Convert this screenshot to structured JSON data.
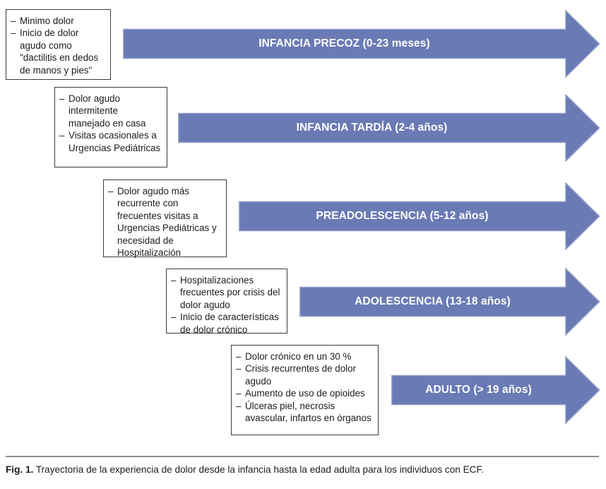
{
  "figure": {
    "accent_color": "#6a7ab4",
    "arrow_border_color": "#8f9cc9",
    "box_border_color": "#3b3b3b",
    "caption_rule_color": "#8d8d8d",
    "caption_label": "Fig. 1.",
    "caption_text": "Trayectoria de la experiencia de dolor desde la infancia hasta la edad adulta para los individuos con ECF."
  },
  "stages": [
    {
      "id": "infancia-precoz",
      "arrow_label": "INFANCIA PRECOZ (0-23 meses)",
      "notes": [
        "Minimo dolor",
        "Inicio de dolor agudo como \"dactilitis en dedos de manos y pies\""
      ]
    },
    {
      "id": "infancia-tardia",
      "arrow_label": "INFANCIA TARDÍA (2-4 años)",
      "notes": [
        "Dolor agudo intermitente manejado en casa",
        "Visitas ocasionales a Urgencias Pediátricas"
      ]
    },
    {
      "id": "preadolescencia",
      "arrow_label": "PREADOLESCENCIA (5-12 años)",
      "notes": [
        "Dolor agudo más recurrente con frecuentes visitas a Urgencias Pediátricas y necesidad de Hospitalización"
      ]
    },
    {
      "id": "adolescencia",
      "arrow_label": "ADOLESCENCIA (13-18 años)",
      "notes": [
        "Hospitalizaciones frecuentes por crisis del dolor agudo",
        "Inicio de características de dolor crónico"
      ]
    },
    {
      "id": "adulto",
      "arrow_label": "ADULTO (> 19 años)",
      "notes": [
        "Dolor crónico en un 30 %",
        "Crisis recurrentes de dolor agudo",
        "Aumento de uso de opioides",
        "Úlceras piel, necrosis avascular, infartos en órganos"
      ]
    }
  ]
}
